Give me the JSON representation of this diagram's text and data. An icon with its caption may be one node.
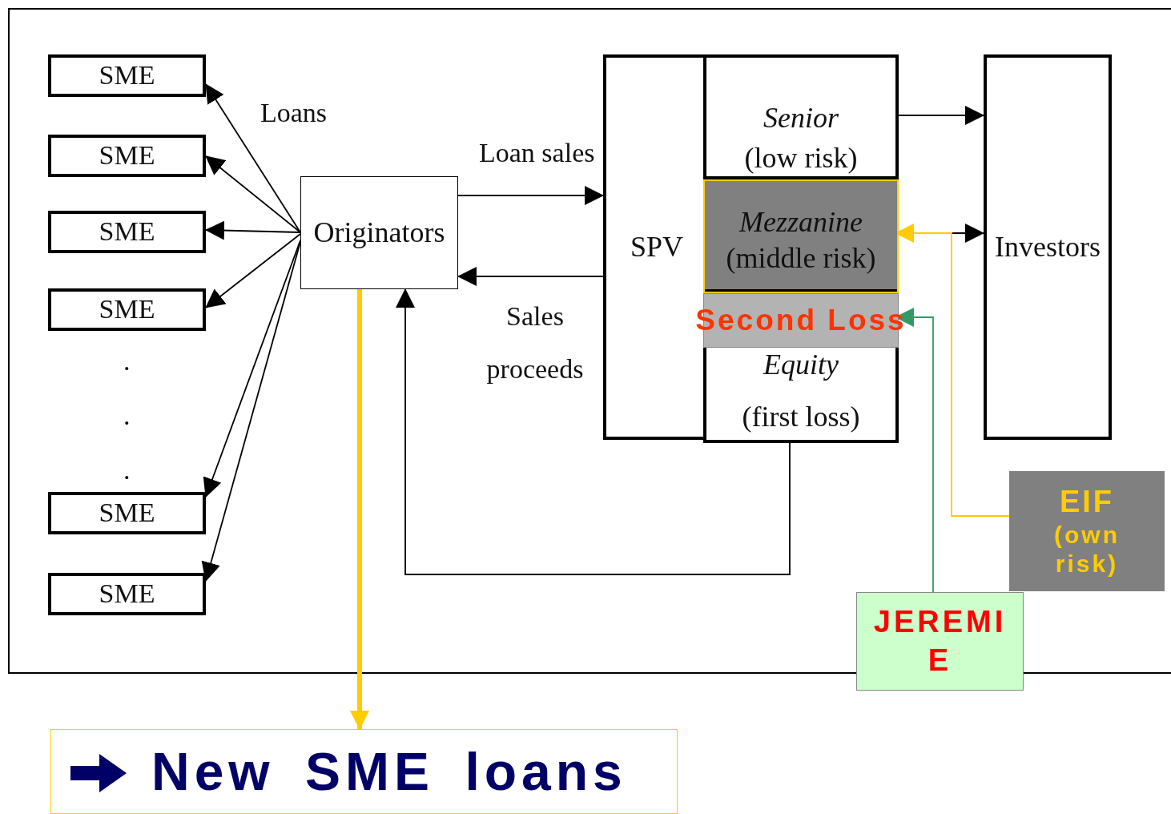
{
  "diagram": {
    "nodes": [
      {
        "text": [
          "SME"
        ]
      },
      {
        "text": [
          "SME"
        ]
      },
      {
        "text": [
          "SME"
        ]
      },
      {
        "text": [
          "SME"
        ]
      },
      {
        "text": [
          "SME"
        ]
      },
      {
        "text": [
          "SME"
        ]
      },
      {
        "text": [
          "Originators"
        ]
      },
      {
        "text": [
          "SPV"
        ]
      },
      {
        "text": [
          "Senior",
          "(low risk)"
        ],
        "in": 7
      },
      {
        "text": [
          "Mezzanine",
          "(middle risk)"
        ],
        "in": 7
      },
      {
        "text": [
          "Second Loss"
        ],
        "in": 7
      },
      {
        "text": [
          "Equity",
          "(first loss)"
        ],
        "in": 7
      },
      {
        "text": [
          "Investors"
        ]
      },
      {
        "text": [
          "EIF",
          "(own risk)"
        ]
      },
      {
        "text": [
          "JEREMIE"
        ]
      },
      {
        "text": [
          "New SME loans"
        ]
      }
    ],
    "edges": [
      {
        "from": 6,
        "to": 0,
        "arrow": "to"
      },
      {
        "from": 6,
        "to": 1,
        "arrow": "to"
      },
      {
        "from": 6,
        "to": 2,
        "arrow": "to"
      },
      {
        "from": 6,
        "to": 3,
        "arrow": "to"
      },
      {
        "from": 6,
        "to": 4,
        "arrow": "to"
      },
      {
        "from": 6,
        "to": 5,
        "arrow": "to"
      },
      {
        "from": 6,
        "to": 7,
        "arrow": "to",
        "label": "Loan sales"
      },
      {
        "from": 7,
        "to": 6,
        "arrow": "to",
        "label": "Sales proceeds"
      },
      {
        "from": 11,
        "to": 6,
        "arrow": "to"
      },
      {
        "from": 8,
        "to": 12,
        "arrow": "to"
      },
      {
        "from": 9,
        "to": 12,
        "arrow": "to"
      },
      {
        "from": 13,
        "to": 9,
        "arrow": "to",
        "color": "#ffcc00"
      },
      {
        "from": 14,
        "to": 10,
        "arrow": "to",
        "color": "#339966"
      },
      {
        "from": 6,
        "to": 15,
        "arrow": "to",
        "style": "thick",
        "color": "#ffcc00"
      }
    ],
    "labels": [
      "Loans",
      ".",
      ".",
      "."
    ]
  }
}
